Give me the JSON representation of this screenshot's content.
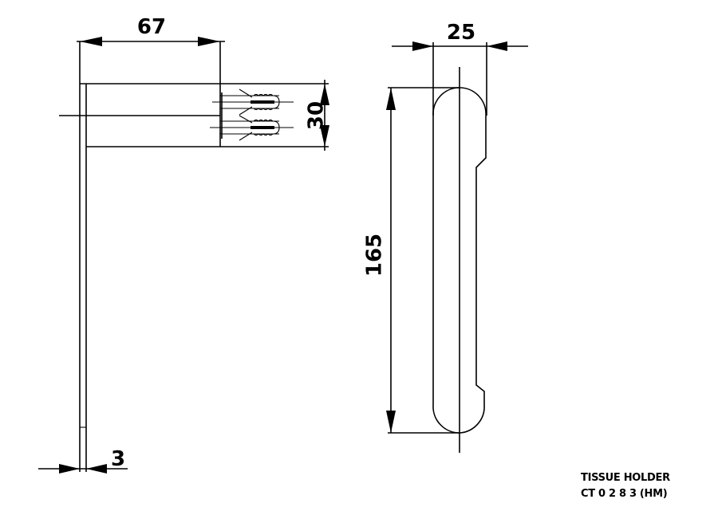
{
  "drawing": {
    "title": "TISSUE HOLDER",
    "model_code": "CT 0 2 8 3 (HM)",
    "side_view": {
      "dimensions": {
        "depth": "67",
        "height": "30",
        "thickness": "3"
      }
    },
    "front_view": {
      "dimensions": {
        "width": "25",
        "length": "165"
      }
    },
    "colors": {
      "line": "#000000",
      "background": "#ffffff"
    }
  }
}
